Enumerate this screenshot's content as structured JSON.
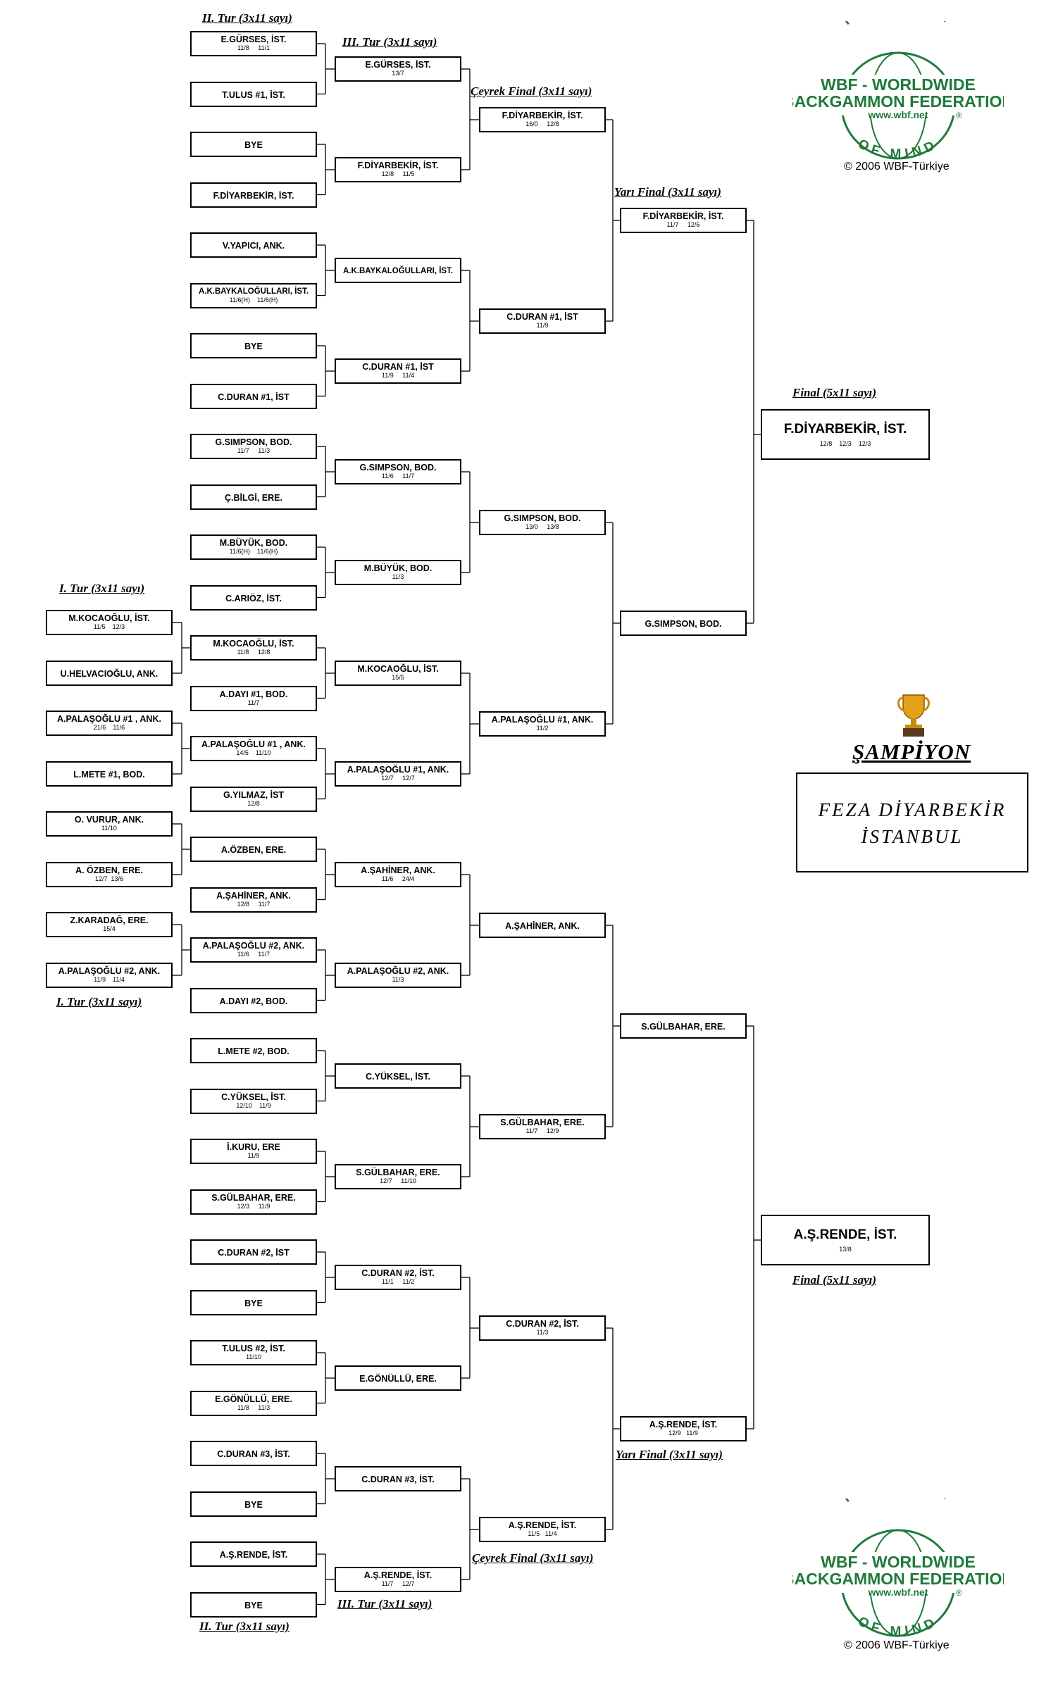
{
  "labels": {
    "r1_top": "I. Tur (3x11 sayı)",
    "r1_bottom": "I. Tur (3x11 sayı)",
    "r2_top": "II. Tur (3x11 sayı)",
    "r2_bottom": "II. Tur (3x11 sayı)",
    "r3_top": "III. Tur (3x11 sayı)",
    "r3_bottom": "III. Tur (3x11 sayı)",
    "qf_top": "Çeyrek Final (3x11 sayı)",
    "qf_bottom": "Çeyrek Final (3x11 sayı)",
    "sf_top": "Yarı Final (3x11 sayı)",
    "sf_bottom": "Yarı Final (3x11 sayı)",
    "final_top": "Final (5x11 sayı)",
    "final_bottom": "Final (5x11 sayı)"
  },
  "logo": {
    "arc_top": "THE SPORT",
    "line1": "WBF - WORLDWIDE",
    "line2": "BACKGAMMON FEDERATION",
    "url": "www.wbf.net",
    "reg": "®",
    "arc_bottom": "OF MIND",
    "copyright": "© 2006 WBF-Türkiye",
    "brand_color": "#1f7a3a"
  },
  "champion": {
    "title": "ŞAMPİYON",
    "line1": "FEZA DİYARBEKİR",
    "line2": "İSTANBUL",
    "icon": "trophy-icon"
  },
  "round1": [
    {
      "name": "M.KOCAOĞLU, İST.",
      "score": "11/5    12/3"
    },
    {
      "name": "U.HELVACIOĞLU, ANK.",
      "score": ""
    },
    {
      "name": "A.PALAŞOĞLU #1 , ANK.",
      "score": "21/6    11/6"
    },
    {
      "name": "L.METE #1, BOD.",
      "score": ""
    },
    {
      "name": "O. VURUR, ANK.",
      "score": "11/10"
    },
    {
      "name": "A. ÖZBEN, ERE.",
      "score": "12/7  13/6"
    },
    {
      "name": "Z.KARADAĞ, ERE.",
      "score": "15/4"
    },
    {
      "name": "A.PALAŞOĞLU #2, ANK.",
      "score": "11/9    11/4"
    }
  ],
  "round2": [
    {
      "name": "E.GÜRSES, İST.",
      "score": "11/8     11/1"
    },
    {
      "name": "T.ULUS #1, İST.",
      "score": ""
    },
    {
      "name": "BYE",
      "score": ""
    },
    {
      "name": "F.DİYARBEKİR, İST.",
      "score": ""
    },
    {
      "name": "V.YAPICI, ANK.",
      "score": ""
    },
    {
      "name": "A.K.BAYKALOĞULLARI, İST.",
      "score": "11/6(H)    11/6(H)"
    },
    {
      "name": "BYE",
      "score": ""
    },
    {
      "name": "C.DURAN #1, İST",
      "score": ""
    },
    {
      "name": "G.SIMPSON, BOD.",
      "score": "11/7     11/3"
    },
    {
      "name": "Ç.BİLGİ, ERE.",
      "score": ""
    },
    {
      "name": "M.BÜYÜK, BOD.",
      "score": "11/6(H)    11/6(H)"
    },
    {
      "name": "C.ARIÖZ, İST.",
      "score": ""
    },
    {
      "name": "M.KOCAOĞLU, İST.",
      "score": "11/8     12/8"
    },
    {
      "name": "A.DAYI #1, BOD.",
      "score": "11/7"
    },
    {
      "name": "A.PALAŞOĞLU #1 , ANK.",
      "score": "14/5    11/10"
    },
    {
      "name": "G.YILMAZ, İST",
      "score": "12/8"
    },
    {
      "name": "A.ÖZBEN, ERE.",
      "score": ""
    },
    {
      "name": "A.ŞAHİNER, ANK.",
      "score": "12/8     11/7"
    },
    {
      "name": "A.PALAŞOĞLU #2, ANK.",
      "score": "11/6     11/7"
    },
    {
      "name": "A.DAYI #2, BOD.",
      "score": ""
    },
    {
      "name": "L.METE #2, BOD.",
      "score": ""
    },
    {
      "name": "C.YÜKSEL, İST.",
      "score": "12/10    11/9"
    },
    {
      "name": "İ.KURU, ERE",
      "score": "11/9"
    },
    {
      "name": "S.GÜLBAHAR, ERE.",
      "score": "12/3     11/9"
    },
    {
      "name": "C.DURAN #2, İST",
      "score": ""
    },
    {
      "name": "BYE",
      "score": ""
    },
    {
      "name": "T.ULUS #2, İST.",
      "score": "11/10"
    },
    {
      "name": "E.GÖNÜLLÜ, ERE.",
      "score": "11/8     11/3"
    },
    {
      "name": "C.DURAN #3, İST.",
      "score": ""
    },
    {
      "name": "BYE",
      "score": ""
    },
    {
      "name": "A.Ş.RENDE, İST.",
      "score": ""
    },
    {
      "name": "BYE",
      "score": ""
    }
  ],
  "round3": [
    {
      "name": "E.GÜRSES, İST.",
      "score": "13/7"
    },
    {
      "name": "F.DİYARBEKİR, İST.",
      "score": "12/8     11/5"
    },
    {
      "name": "A.K.BAYKALOĞULLARI, İST.",
      "score": ""
    },
    {
      "name": "C.DURAN #1, İST",
      "score": "11/9     11/4"
    },
    {
      "name": "G.SIMPSON, BOD.",
      "score": "11/6     11/7"
    },
    {
      "name": "M.BÜYÜK, BOD.",
      "score": "11/3"
    },
    {
      "name": "M.KOCAOĞLU, İST.",
      "score": "15/5"
    },
    {
      "name": "A.PALAŞOĞLU #1, ANK.",
      "score": "12/7     12/7"
    },
    {
      "name": "A.ŞAHİNER, ANK.",
      "score": "11/6     24/4"
    },
    {
      "name": "A.PALAŞOĞLU #2, ANK.",
      "score": "11/3"
    },
    {
      "name": "C.YÜKSEL, İST.",
      "score": ""
    },
    {
      "name": "S.GÜLBAHAR, ERE.",
      "score": "12/7     11/10"
    },
    {
      "name": "C.DURAN #2, İST.",
      "score": "11/1     11/2"
    },
    {
      "name": "E.GÖNÜLLÜ, ERE.",
      "score": ""
    },
    {
      "name": "C.DURAN #3, İST.",
      "score": ""
    },
    {
      "name": "A.Ş.RENDE, İST.",
      "score": "11/7     12/7"
    }
  ],
  "quarter": [
    {
      "name": "F.DİYARBEKİR, İST.",
      "score": "16/0     12/8"
    },
    {
      "name": "C.DURAN #1, İST",
      "score": "11/9"
    },
    {
      "name": "G.SIMPSON, BOD.",
      "score": "13/0     13/8"
    },
    {
      "name": "A.PALAŞOĞLU #1, ANK.",
      "score": "11/2"
    },
    {
      "name": "A.ŞAHİNER, ANK.",
      "score": ""
    },
    {
      "name": "S.GÜLBAHAR, ERE.",
      "score": "11/7     12/9"
    },
    {
      "name": "C.DURAN #2, İST.",
      "score": "11/3"
    },
    {
      "name": "A.Ş.RENDE, İST.",
      "score": "11/5   11/4"
    }
  ],
  "semi": [
    {
      "name": "F.DİYARBEKİR, İST.",
      "score": "11/7     12/6"
    },
    {
      "name": "G.SIMPSON, BOD.",
      "score": ""
    },
    {
      "name": "S.GÜLBAHAR, ERE.",
      "score": ""
    },
    {
      "name": "A.Ş.RENDE, İST.",
      "score": "12/9   11/9"
    }
  ],
  "final": [
    {
      "name": "F.DİYARBEKİR, İST.",
      "score": "12/8    12/3    12/3"
    },
    {
      "name": "A.Ş.RENDE, İST.",
      "score": "13/8"
    }
  ]
}
